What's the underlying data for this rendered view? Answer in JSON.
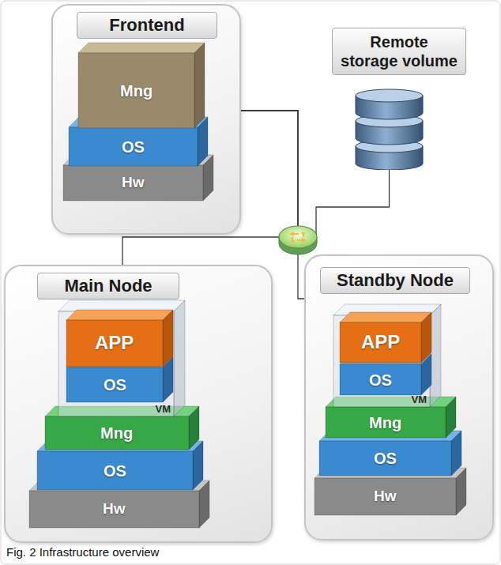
{
  "diagram": {
    "caption": "Fig. 2 Infrastructure overview",
    "nodes": [
      {
        "text": [
          "Frontend"
        ]
      },
      {
        "text": [
          "Mng"
        ],
        "in": 0
      },
      {
        "text": [
          "OS"
        ],
        "in": 0
      },
      {
        "text": [
          "Hw"
        ],
        "in": 0
      },
      {
        "text": [
          "Remote storage volume"
        ]
      },
      {
        "text": [
          "Main Node"
        ]
      },
      {
        "text": [
          "VM"
        ],
        "in": 5
      },
      {
        "text": [
          "APP"
        ],
        "in": 6
      },
      {
        "text": [
          "OS"
        ],
        "in": 6
      },
      {
        "text": [
          "Mng"
        ],
        "in": 5
      },
      {
        "text": [
          "OS"
        ],
        "in": 5
      },
      {
        "text": [
          "Hw"
        ],
        "in": 5
      },
      {
        "text": [
          "Standby Node"
        ]
      },
      {
        "text": [
          "VM"
        ],
        "in": 12
      },
      {
        "text": [
          "APP"
        ],
        "in": 13
      },
      {
        "text": [
          "OS"
        ],
        "in": 13
      },
      {
        "text": [
          "Mng"
        ],
        "in": 12
      },
      {
        "text": [
          "OS"
        ],
        "in": 12
      },
      {
        "text": [
          "Hw"
        ],
        "in": 12
      }
    ],
    "edges": [
      {
        "from": 0,
        "to": 4,
        "arrow": "none"
      },
      {
        "from": 0,
        "to": 5,
        "arrow": "none"
      },
      {
        "from": 0,
        "to": 12,
        "arrow": "none"
      }
    ]
  }
}
